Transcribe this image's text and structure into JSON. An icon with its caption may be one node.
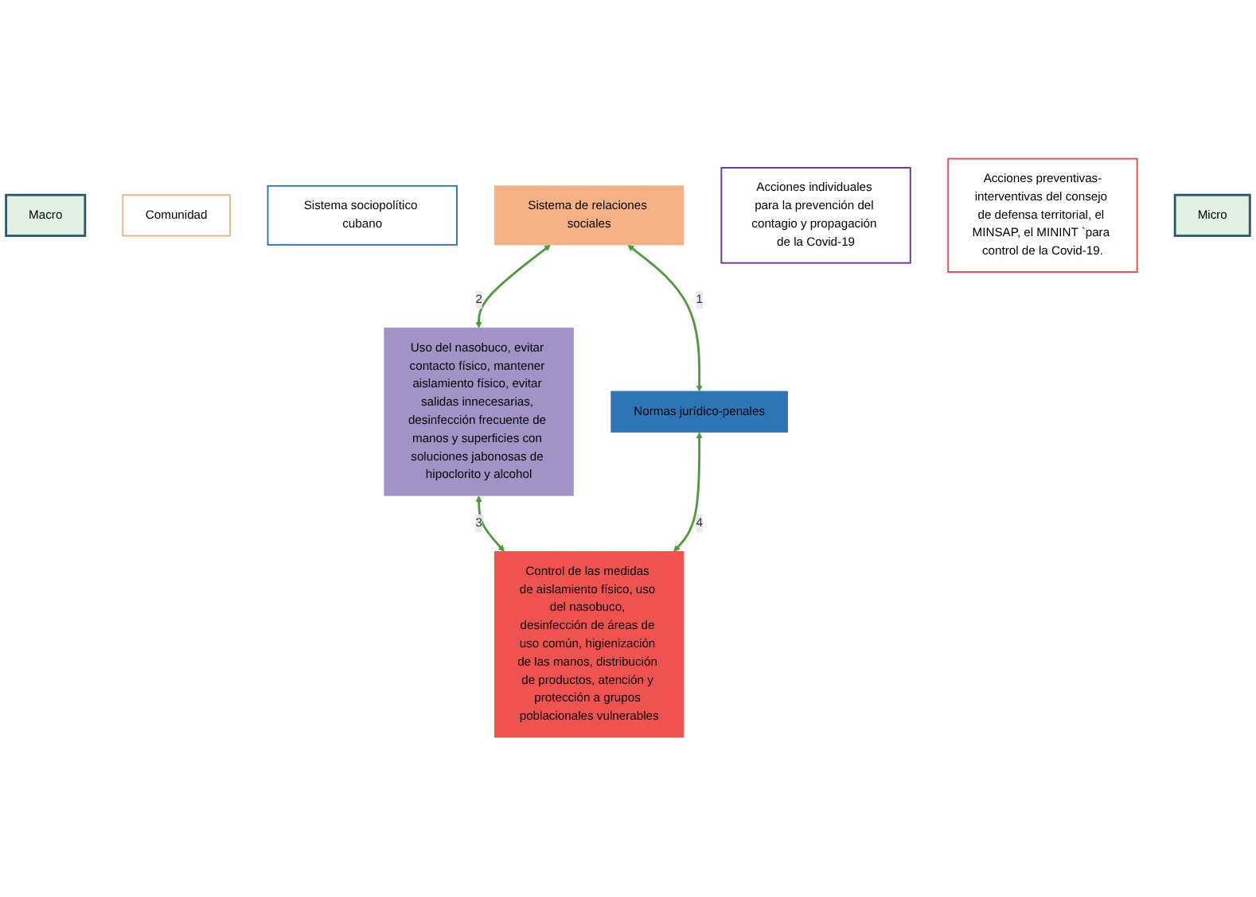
{
  "diagram": {
    "nodes": [
      {
        "text": [
          "Macro"
        ]
      },
      {
        "text": [
          "Comunidad"
        ]
      },
      {
        "text": [
          "Sistema sociopolítico cubano"
        ]
      },
      {
        "text": [
          "Sistema de relaciones sociales"
        ]
      },
      {
        "text": [
          "Normas jurídico-penales"
        ]
      },
      {
        "text": [
          "Uso del nasobuco, evitar contacto físico, mantener aislamiento físico, evitar salidas innecesarias, desinfección frecuente de manos y superficies con soluciones jabonosas de hipoclorito y alcohol"
        ]
      },
      {
        "text": [
          "Control de las medidas de aislamiento físico, uso del nasobuco, desinfección de áreas de uso común, higienización de las manos, distribución de productos, atención y protección a grupos poblacionales vulnerables"
        ]
      },
      {
        "text": [
          "Acciones individuales para la prevención del contagio y propagación de la Covid-19"
        ]
      },
      {
        "text": [
          "Acciones preventivas-interventivas del consejo de defensa territorial, el MINSAP, el MININT `para control de la Covid-19."
        ]
      },
      {
        "text": [
          "Micro"
        ]
      }
    ],
    "edges": [
      {
        "from": 3,
        "to": 4,
        "label": "1",
        "arrow": "both"
      },
      {
        "from": 3,
        "to": 5,
        "label": "2",
        "arrow": "both"
      },
      {
        "from": 5,
        "to": 6,
        "label": "3",
        "arrow": "both"
      },
      {
        "from": 4,
        "to": 6,
        "label": "4",
        "arrow": "both"
      }
    ]
  }
}
